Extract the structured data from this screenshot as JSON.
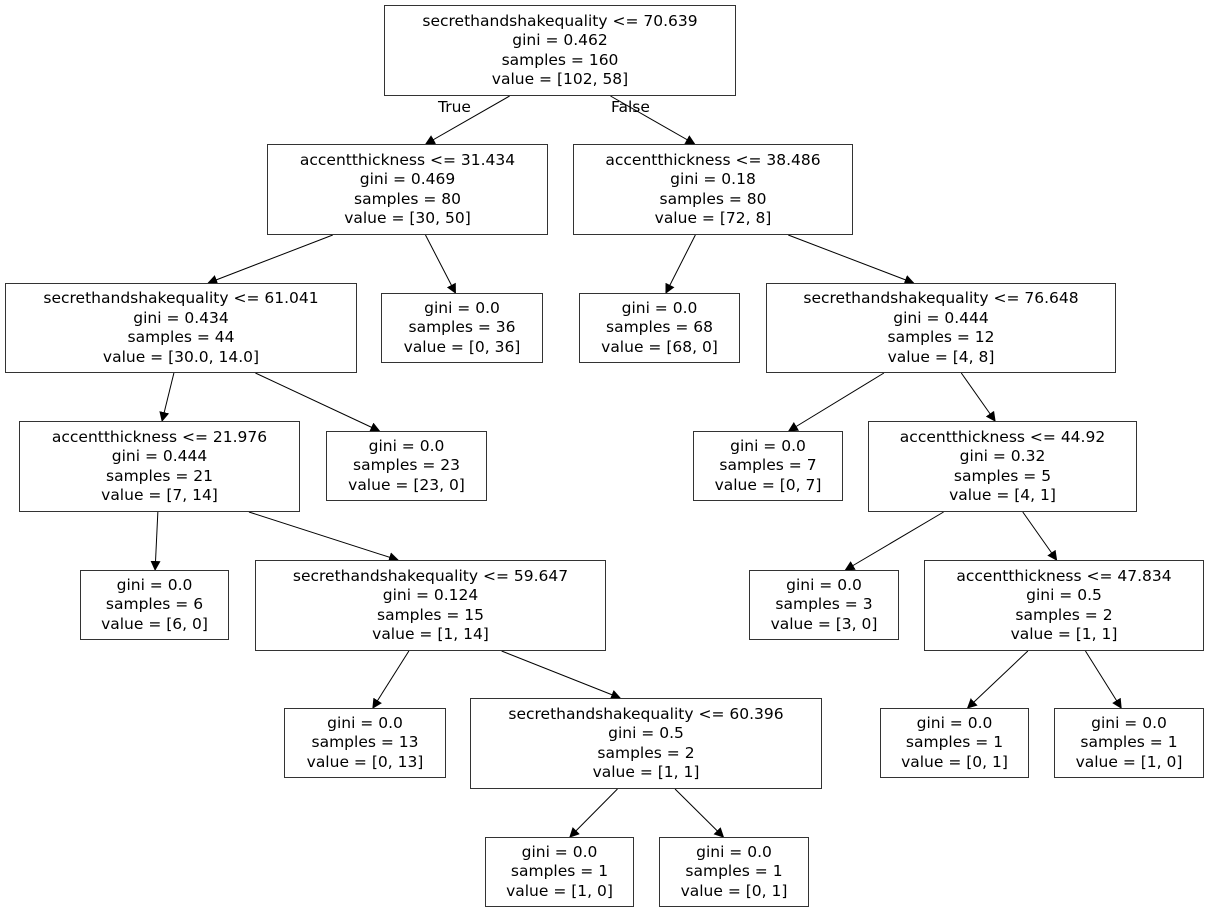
{
  "edge_labels": {
    "true_label": "True",
    "false_label": "False"
  },
  "nodes": [
    {
      "id": 0,
      "lines": [
        "secrethandshakequality <= 70.639",
        "gini = 0.462",
        "samples = 160",
        "value = [102, 58]"
      ]
    },
    {
      "id": 1,
      "lines": [
        "accentthickness <= 31.434",
        "gini = 0.469",
        "samples = 80",
        "value = [30, 50]"
      ]
    },
    {
      "id": 2,
      "lines": [
        "accentthickness <= 38.486",
        "gini = 0.18",
        "samples = 80",
        "value = [72, 8]"
      ]
    },
    {
      "id": 3,
      "lines": [
        "secrethandshakequality <= 61.041",
        "gini = 0.434",
        "samples = 44",
        "value = [30.0, 14.0]"
      ]
    },
    {
      "id": 4,
      "lines": [
        "gini = 0.0",
        "samples = 36",
        "value = [0, 36]"
      ]
    },
    {
      "id": 5,
      "lines": [
        "gini = 0.0",
        "samples = 68",
        "value = [68, 0]"
      ]
    },
    {
      "id": 6,
      "lines": [
        "secrethandshakequality <= 76.648",
        "gini = 0.444",
        "samples = 12",
        "value = [4, 8]"
      ]
    },
    {
      "id": 7,
      "lines": [
        "accentthickness <= 21.976",
        "gini = 0.444",
        "samples = 21",
        "value = [7, 14]"
      ]
    },
    {
      "id": 8,
      "lines": [
        "gini = 0.0",
        "samples = 23",
        "value = [23, 0]"
      ]
    },
    {
      "id": 9,
      "lines": [
        "gini = 0.0",
        "samples = 7",
        "value = [0, 7]"
      ]
    },
    {
      "id": 10,
      "lines": [
        "accentthickness <= 44.92",
        "gini = 0.32",
        "samples = 5",
        "value = [4, 1]"
      ]
    },
    {
      "id": 11,
      "lines": [
        "gini = 0.0",
        "samples = 6",
        "value = [6, 0]"
      ]
    },
    {
      "id": 12,
      "lines": [
        "secrethandshakequality <= 59.647",
        "gini = 0.124",
        "samples = 15",
        "value = [1, 14]"
      ]
    },
    {
      "id": 13,
      "lines": [
        "gini = 0.0",
        "samples = 3",
        "value = [3, 0]"
      ]
    },
    {
      "id": 14,
      "lines": [
        "accentthickness <= 47.834",
        "gini = 0.5",
        "samples = 2",
        "value = [1, 1]"
      ]
    },
    {
      "id": 15,
      "lines": [
        "gini = 0.0",
        "samples = 13",
        "value = [0, 13]"
      ]
    },
    {
      "id": 16,
      "lines": [
        "secrethandshakequality <= 60.396",
        "gini = 0.5",
        "samples = 2",
        "value = [1, 1]"
      ]
    },
    {
      "id": 17,
      "lines": [
        "gini = 0.0",
        "samples = 1",
        "value = [0, 1]"
      ]
    },
    {
      "id": 18,
      "lines": [
        "gini = 0.0",
        "samples = 1",
        "value = [1, 0]"
      ]
    },
    {
      "id": 19,
      "lines": [
        "gini = 0.0",
        "samples = 1",
        "value = [1, 0]"
      ]
    },
    {
      "id": 20,
      "lines": [
        "gini = 0.0",
        "samples = 1",
        "value = [0, 1]"
      ]
    }
  ],
  "edges": [
    [
      0,
      1
    ],
    [
      0,
      2
    ],
    [
      1,
      3
    ],
    [
      1,
      4
    ],
    [
      2,
      5
    ],
    [
      2,
      6
    ],
    [
      3,
      7
    ],
    [
      3,
      8
    ],
    [
      6,
      9
    ],
    [
      6,
      10
    ],
    [
      7,
      11
    ],
    [
      7,
      12
    ],
    [
      10,
      13
    ],
    [
      10,
      14
    ],
    [
      12,
      15
    ],
    [
      12,
      16
    ],
    [
      14,
      17
    ],
    [
      14,
      18
    ],
    [
      16,
      19
    ],
    [
      16,
      20
    ]
  ]
}
